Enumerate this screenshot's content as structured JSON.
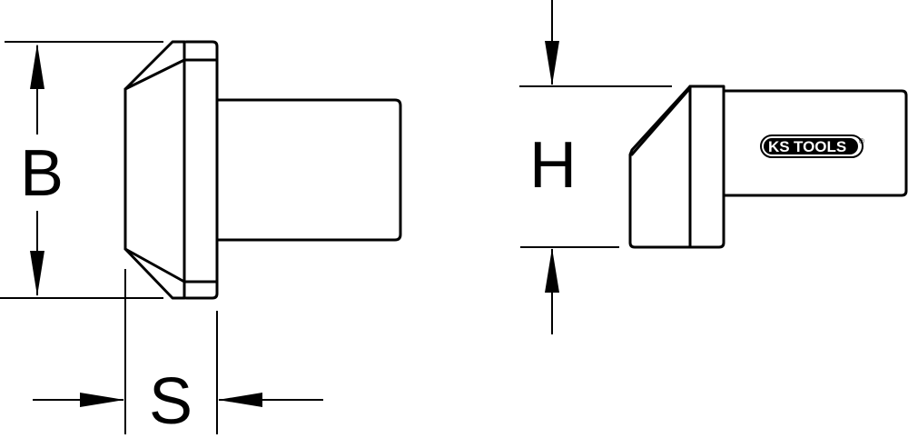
{
  "dimensions": {
    "b": "B",
    "s": "S",
    "h": "H"
  },
  "logo": {
    "text_ks": "KS",
    "text_tools": "TOOLS",
    "registered": "®",
    "color": "#000000"
  }
}
